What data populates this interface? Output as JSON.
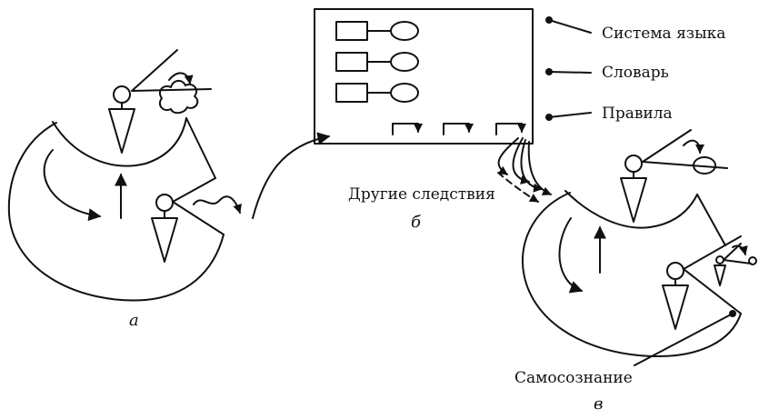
{
  "labels": {
    "language_system": "Система языка",
    "dictionary": "Словарь",
    "rules": "Правила",
    "other_consequences": "Другие следствия",
    "self_awareness": "Самосознание"
  },
  "subfigures": {
    "a": "а",
    "b": "б",
    "c": "в"
  },
  "colors": {
    "ink": "#111111",
    "background": "#ffffff"
  }
}
